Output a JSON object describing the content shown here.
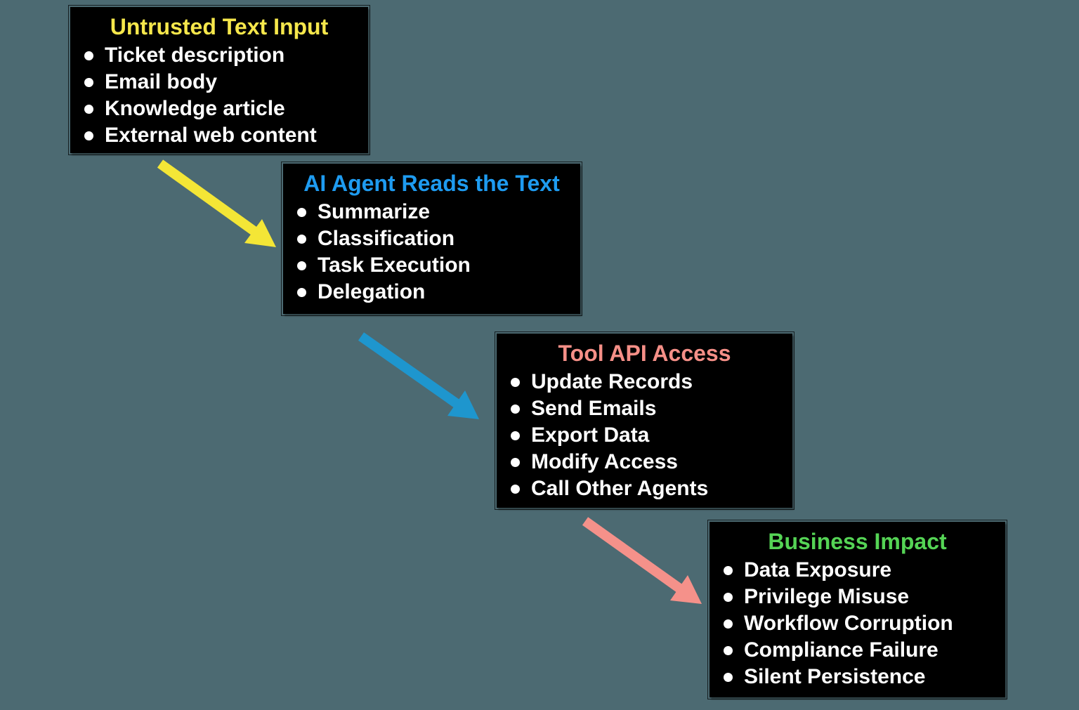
{
  "canvas": {
    "background_color": "#4C6A72",
    "box_background": "#000000",
    "bullet_color": "#FFFFFF",
    "body_text_color": "#FFFFFF"
  },
  "boxes": [
    {
      "title": "Untrusted Text Input",
      "title_color": "#F6E74B",
      "items": [
        "Ticket description",
        "Email body",
        "Knowledge article",
        "External web content"
      ]
    },
    {
      "title": "AI Agent Reads the Text",
      "title_color": "#1E9BF0",
      "items": [
        "Summarize",
        "Classification",
        "Task Execution",
        "Delegation"
      ]
    },
    {
      "title": "Tool API Access",
      "title_color": "#F58F87",
      "items": [
        "Update Records",
        "Send Emails",
        "Export Data",
        "Modify Access",
        "Call Other Agents"
      ]
    },
    {
      "title": "Business Impact",
      "title_color": "#55D455",
      "items": [
        "Data Exposure",
        "Privilege Misuse",
        "Workflow Corruption",
        "Compliance Failure",
        "Silent Persistence"
      ]
    }
  ],
  "arrows": [
    {
      "name": "untrusted-input-to-ai-agent",
      "color": "#F4E636"
    },
    {
      "name": "ai-agent-to-tool-api",
      "color": "#1E96CE"
    },
    {
      "name": "tool-api-to-business-impact",
      "color": "#F5918A"
    }
  ]
}
